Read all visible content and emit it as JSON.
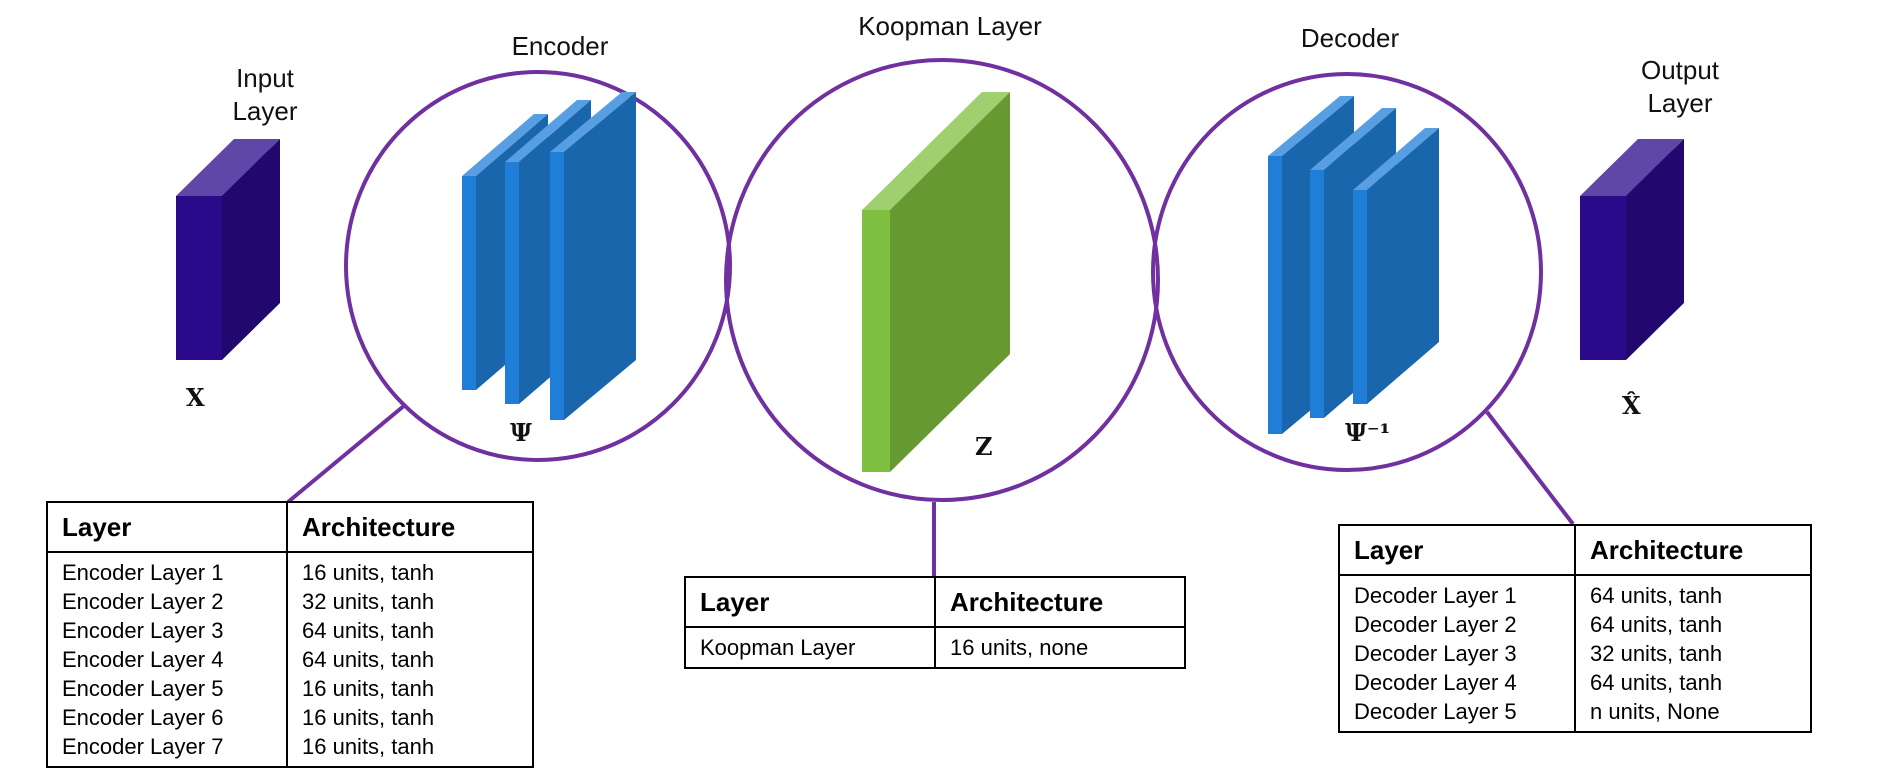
{
  "labels": {
    "input_layer": "Input\nLayer",
    "encoder": "Encoder",
    "koopman": "Koopman Layer",
    "decoder": "Decoder",
    "output_layer": "Output\nLayer"
  },
  "symbols": {
    "x": "X",
    "psi": "Ψ",
    "z": "Z",
    "psi_inv": "Ψ⁻¹",
    "x_hat": "X̂"
  },
  "colors": {
    "circle": "#7030a0",
    "input_output_block": "#2a0a8a",
    "encoder_decoder_block": "#1f7fd8",
    "koopman_block": "#7fbf3f"
  },
  "tables": {
    "encoder": {
      "headers": [
        "Layer",
        "Architecture"
      ],
      "rows": [
        [
          "Encoder Layer 1",
          "16 units, tanh"
        ],
        [
          "Encoder Layer 2",
          "32 units, tanh"
        ],
        [
          "Encoder Layer 3",
          "64 units, tanh"
        ],
        [
          "Encoder Layer 4",
          "64 units, tanh"
        ],
        [
          "Encoder Layer 5",
          "16 units, tanh"
        ],
        [
          "Encoder Layer 6",
          "16 units, tanh"
        ],
        [
          "Encoder Layer 7",
          "16 units, tanh"
        ]
      ]
    },
    "koopman": {
      "headers": [
        "Layer",
        "Architecture"
      ],
      "rows": [
        [
          "Koopman Layer",
          "16 units, none"
        ]
      ]
    },
    "decoder": {
      "headers": [
        "Layer",
        "Architecture"
      ],
      "rows": [
        [
          "Decoder Layer 1",
          "64 units, tanh"
        ],
        [
          "Decoder Layer 2",
          "64 units, tanh"
        ],
        [
          "Decoder Layer 3",
          "32 units, tanh"
        ],
        [
          "Decoder Layer 4",
          "64 units, tanh"
        ],
        [
          "Decoder Layer 5",
          "n units, None"
        ]
      ]
    }
  }
}
